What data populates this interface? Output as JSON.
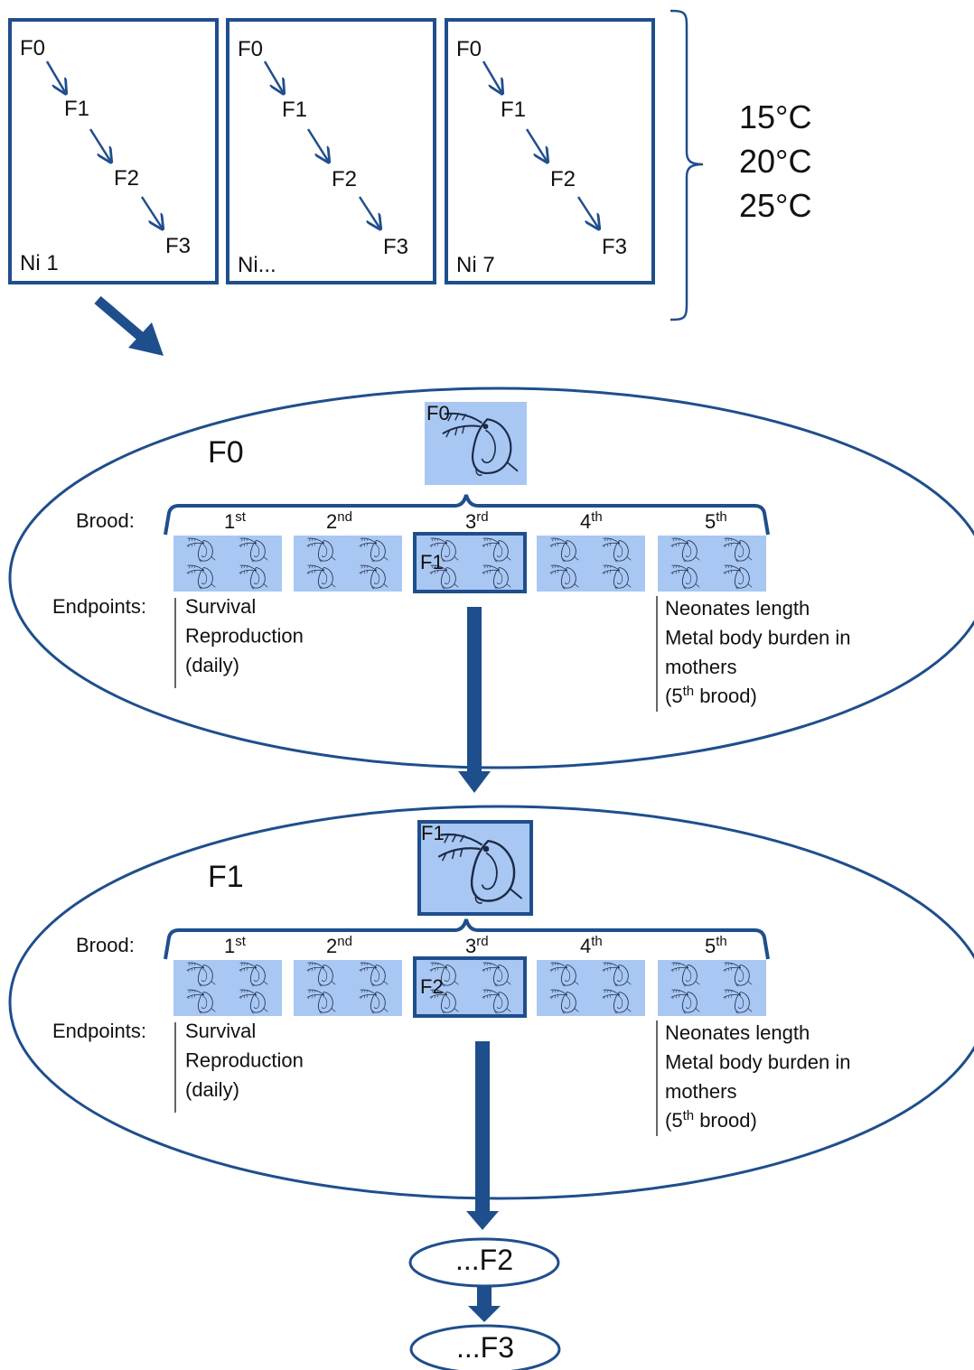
{
  "colors": {
    "stroke": "#1f4e8c",
    "arrow": "#1f4e8c",
    "thumb_fill": "#a9c7f3",
    "text": "#111111"
  },
  "icons": {
    "daphnia": "daphnia-icon"
  },
  "top_boxes": [
    {
      "gens": [
        "F0",
        "F1",
        "F2",
        "F3"
      ],
      "label": "Ni 1"
    },
    {
      "gens": [
        "F0",
        "F1",
        "F2",
        "F3"
      ],
      "label": "Ni..."
    },
    {
      "gens": [
        "F0",
        "F1",
        "F2",
        "F3"
      ],
      "label": "Ni 7"
    }
  ],
  "temperatures": [
    "15°C",
    "20°C",
    "25°C"
  ],
  "generations": [
    {
      "title": "F0",
      "parent_label": "F0",
      "brood_label": "Brood:",
      "broods": [
        {
          "num": "1",
          "suffix": "st"
        },
        {
          "num": "2",
          "suffix": "nd"
        },
        {
          "num": "3",
          "suffix": "rd"
        },
        {
          "num": "4",
          "suffix": "th"
        },
        {
          "num": "5",
          "suffix": "th"
        }
      ],
      "selected_label": "F1",
      "endpoints_label": "Endpoints:",
      "endpoints_left": [
        "Survival",
        "Reproduction",
        "(daily)"
      ],
      "endpoints_right": [
        "Neonates length",
        "Metal body burden in",
        "mothers"
      ],
      "endpoints_right_note": {
        "open": "(5",
        "sup": "th",
        "close": " brood)"
      }
    },
    {
      "title": "F1",
      "parent_label": "F1",
      "brood_label": "Brood:",
      "broods": [
        {
          "num": "1",
          "suffix": "st"
        },
        {
          "num": "2",
          "suffix": "nd"
        },
        {
          "num": "3",
          "suffix": "rd"
        },
        {
          "num": "4",
          "suffix": "th"
        },
        {
          "num": "5",
          "suffix": "th"
        }
      ],
      "selected_label": "F2",
      "endpoints_label": "Endpoints:",
      "endpoints_left": [
        "Survival",
        "Reproduction",
        "(daily)"
      ],
      "endpoints_right": [
        "Neonates length",
        "Metal body burden in",
        "mothers"
      ],
      "endpoints_right_note": {
        "open": "(5",
        "sup": "th",
        "close": " brood)"
      }
    }
  ],
  "next_generations": [
    "...F2",
    "...F3"
  ]
}
